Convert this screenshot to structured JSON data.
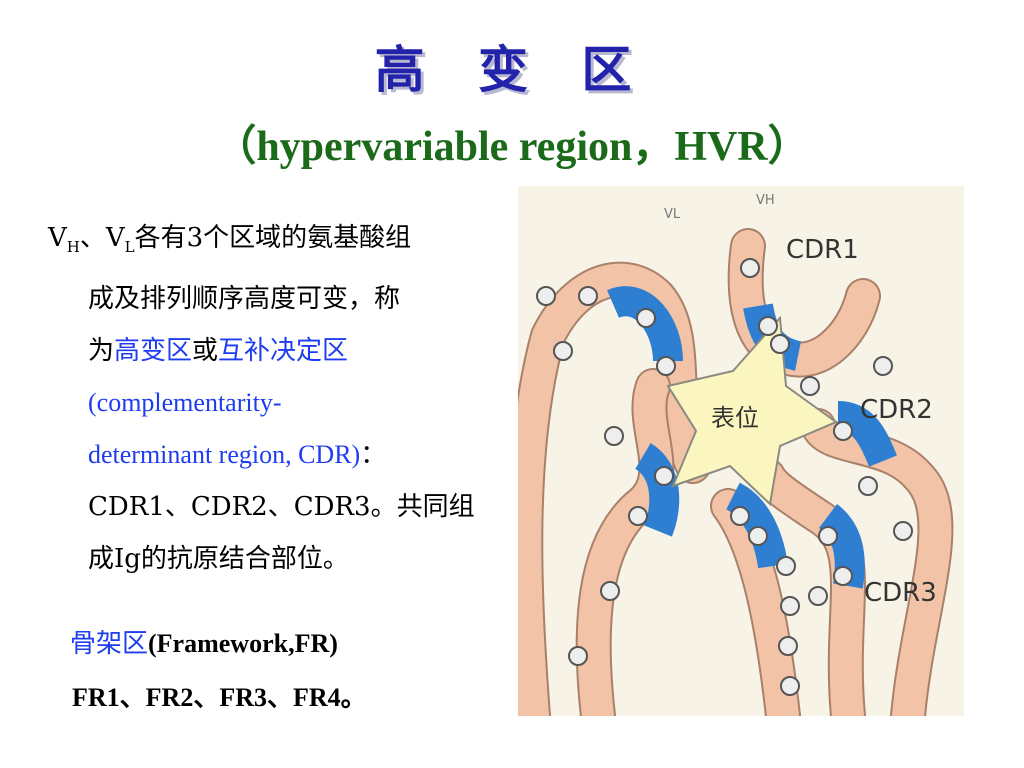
{
  "title": "高 变 区",
  "subtitle": "（hypervariable region，HVR）",
  "paragraph": {
    "vh_v": "V",
    "vh_sub": "H",
    "sep": "、",
    "vl_v": "V",
    "vl_sub": "L",
    "line1_rest": "各有3个区域的氨基酸组",
    "line2": "成及排列顺序高度可变，称",
    "line3_pre": "为",
    "line3_hl1": "高变区",
    "line3_mid": "或",
    "line3_hl2": "互补决定区",
    "line4": "(complementarity-",
    "line5": "determinant region, CDR)",
    "line5_end": "：",
    "line6": "CDR1、CDR2、CDR3。共同组",
    "line7": "成Ig的抗原结合部位。"
  },
  "framework": {
    "label_cn": "骨架区",
    "label_en": "(Framework,FR)",
    "list": "FR1、FR2、FR3、FR4。"
  },
  "diagram": {
    "epitope_label": "表位",
    "cdr_labels": [
      "CDR1",
      "CDR2",
      "CDR3"
    ],
    "chain_labels": [
      "VL",
      "VH"
    ],
    "colors": {
      "chain": "#f2c3a6",
      "chain_outline": "#a9806a",
      "cdr": "#2e7fd1",
      "epitope": "#fbf6c0",
      "epitope_outline": "#8a8a80",
      "background": "#f7f3e7"
    }
  }
}
